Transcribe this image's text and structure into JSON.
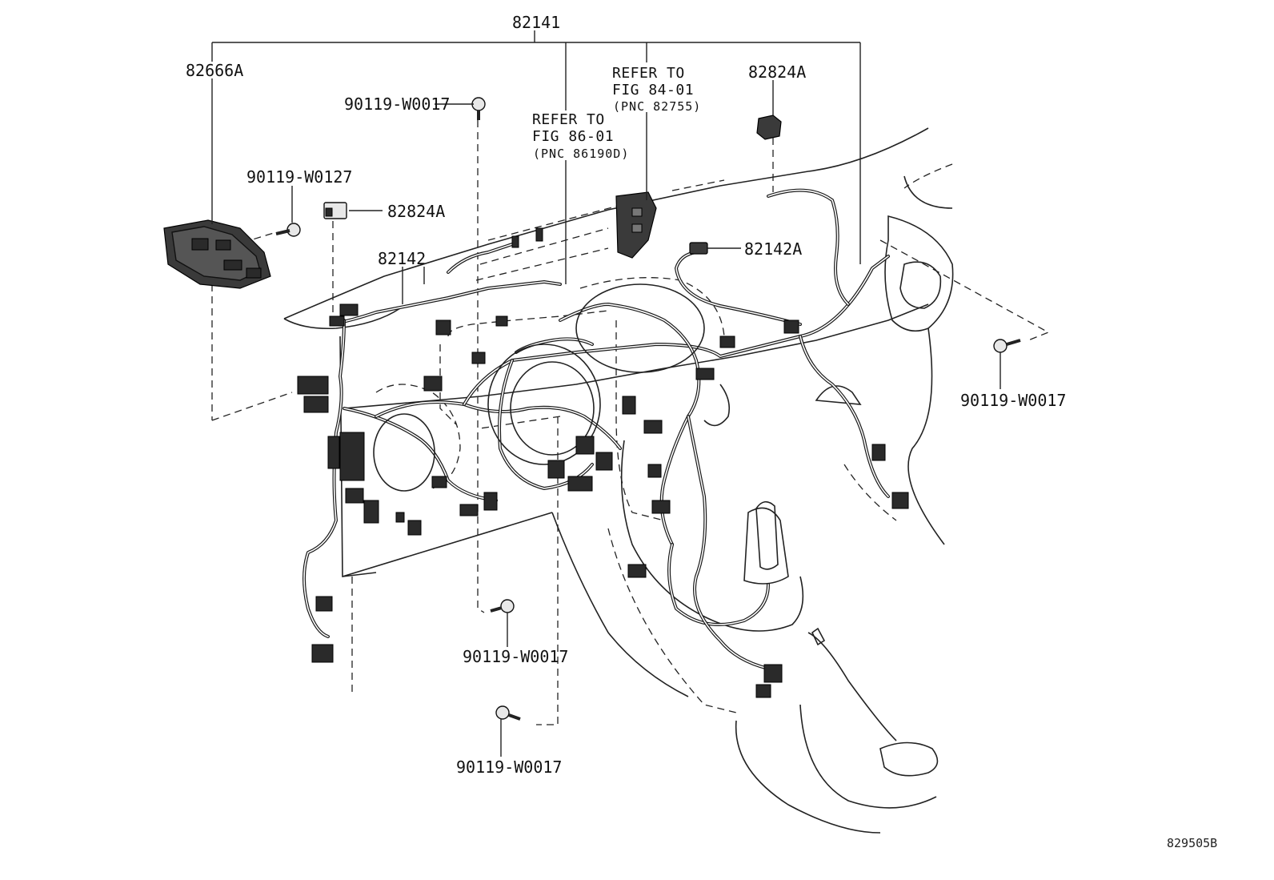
{
  "labels": {
    "assembly_top": "82141",
    "junction_block": "82666A",
    "connector_top_right": "82824A",
    "connector_left": "82824A",
    "bolt_w0127": "90119-W0127",
    "bolt_top": "90119-W0017",
    "bolt_right": "90119-W0017",
    "bolt_mid_bottom": "90119-W0017",
    "bolt_bottom": "90119-W0017",
    "sub_harness": "82142",
    "sub_harness_a": "82142A",
    "refer_84_line1": "REFER TO",
    "refer_84_line2": "FIG 84-01",
    "refer_84_line3": "(PNC 82755)",
    "refer_86_line1": "REFER TO",
    "refer_86_line2": "FIG 86-01",
    "refer_86_line3": "(PNC 86190D)",
    "figure_id": "829505B"
  }
}
